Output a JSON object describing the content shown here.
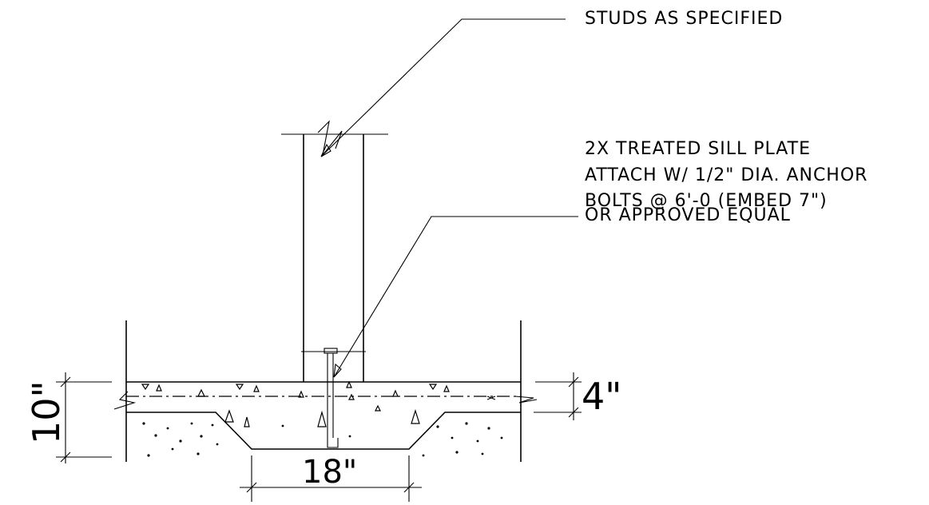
{
  "callouts": {
    "studs": "STUDS AS SPECIFIED",
    "sill_line1": "2X  TREATED SILL PLATE",
    "sill_line2": "ATTACH W/ 1/2\" DIA. ANCHOR",
    "sill_line3": "BOLTS @ 6'-0 (EMBED 7\")",
    "sill_line4": "OR APPROVED EQUAL"
  },
  "dimensions": {
    "slab_thickness": "4\"",
    "footing_depth": "10\"",
    "footing_width": "18\""
  }
}
